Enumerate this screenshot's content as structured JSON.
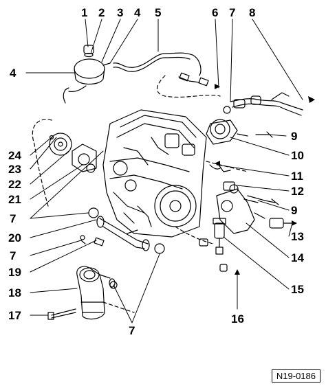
{
  "diagram": {
    "reference_code": "N19-0186",
    "callouts": [
      "1",
      "2",
      "3",
      "4",
      "5",
      "6",
      "7",
      "8",
      "4",
      "9",
      "24",
      "10",
      "23",
      "11",
      "22",
      "12",
      "21",
      "9",
      "7",
      "20",
      "13",
      "7",
      "14",
      "19",
      "15",
      "18",
      "17",
      "16",
      "7"
    ]
  }
}
